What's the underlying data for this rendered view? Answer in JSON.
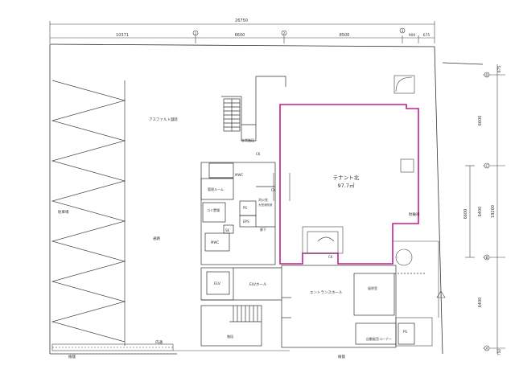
{
  "dimensions": {
    "overall": "26750",
    "top_segments": [
      "10371",
      "6600",
      "8500",
      "900",
      "675"
    ],
    "right_segments": [
      "675",
      "6600",
      "6400",
      "6400",
      "750"
    ],
    "right_total": "19200",
    "inner": "6600"
  },
  "grid": {
    "top": [
      "1",
      "2",
      "3"
    ],
    "right": [
      "D",
      "C",
      "B",
      "A"
    ]
  },
  "rooms": {
    "tenant_name": "テナント北",
    "tenant_area": "97.7㎡",
    "asphalt": "アスファルト舗装",
    "parking": "駐車場",
    "walkway": "通路",
    "mwc_upper": "MWC",
    "mwc_lower": "MWC",
    "management": "管理ルーム",
    "garbage": "ゴミ置場",
    "ps": "PS",
    "eps": "EPS",
    "sk": "SK",
    "fire": "消火栓",
    "fire_sub": "大型消防設",
    "corridor": "廊下",
    "elv": "ELV",
    "elv_hall": "ELVホール",
    "entrance_hall": "エントランスホール",
    "entrance_sub": "風除室",
    "vending": "自動販売コーナー",
    "ps2": "PS",
    "stair": "階段",
    "bicycle": "駐輪場",
    "planting_left": "植栽",
    "planting_right": "植栽",
    "side_walk": "内通",
    "emergency": "非常階段"
  },
  "marks": {
    "ck1": "CK",
    "ck2": "CK",
    "ck3": "CK"
  }
}
